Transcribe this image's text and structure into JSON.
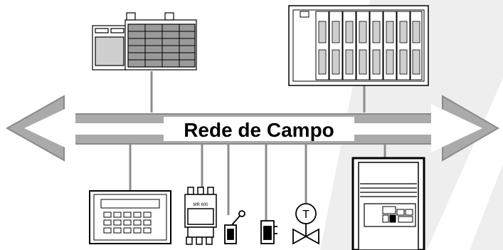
{
  "diagram": {
    "bus_label": "Rede de Campo",
    "colors": {
      "bus_fill": "#aaaaaa",
      "bus_stroke": "#8a8a8a",
      "connector": "#8c8c8c",
      "outline": "#000000",
      "watermark": "#eeeeee"
    },
    "devices_top": [
      {
        "name": "plc-controller",
        "icon": "plc-rack-icon"
      },
      {
        "name": "remote-io-rack",
        "icon": "io-rack-icon"
      }
    ],
    "devices_bottom": [
      {
        "name": "operator-keypad",
        "icon": "keypad-terminal-icon"
      },
      {
        "name": "power-meter",
        "icon": "meter-icon",
        "label": "MR 600"
      },
      {
        "name": "limit-switch",
        "icon": "limit-switch-icon"
      },
      {
        "name": "proximity-sensor",
        "icon": "sensor-icon"
      },
      {
        "name": "control-valve",
        "icon": "valve-icon",
        "label": "T"
      },
      {
        "name": "motor-drive",
        "icon": "drive-cabinet-icon"
      }
    ]
  }
}
